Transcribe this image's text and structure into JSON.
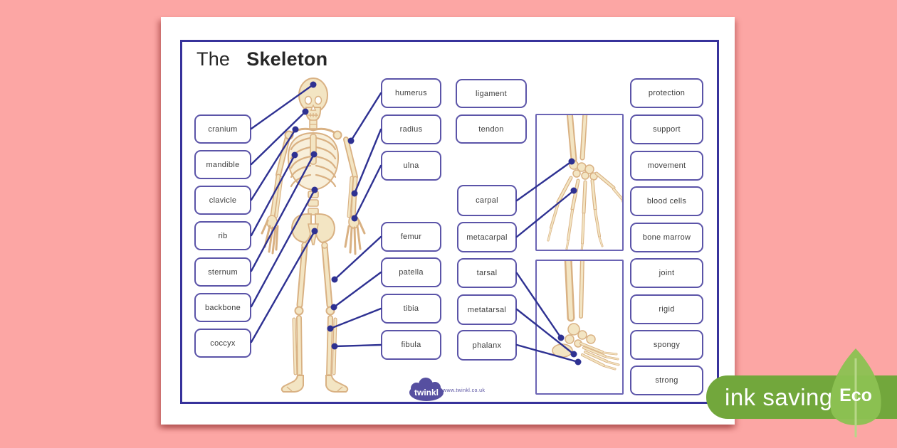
{
  "colors": {
    "background": "#fca6a4",
    "page": "#ffffff",
    "frame_border": "#37329b",
    "box_border": "#5b54a8",
    "connector": "#2e3192",
    "bone_fill": "#f3e5c3",
    "bone_outline": "#d9b183",
    "banner_green": "#72a73c",
    "leaf_green": "#8cc152",
    "title_text": "#262626",
    "label_text": "#3d3d3d",
    "logo_purple": "#564fa0"
  },
  "title": {
    "prefix": "The",
    "emphasis": "Skeleton"
  },
  "labels": {
    "skeleton_parts": [
      "cranium",
      "mandible",
      "clavicle",
      "rib",
      "sternum",
      "backbone",
      "coccyx"
    ],
    "limb_bones": [
      "humerus",
      "radius",
      "ulna",
      "femur",
      "patella",
      "tibia",
      "fibula"
    ],
    "joints_and_extremities": [
      "ligament",
      "tendon",
      "carpal",
      "metacarpal",
      "tarsal",
      "metatarsal",
      "phalanx"
    ],
    "functions": [
      "protection",
      "support",
      "movement",
      "blood cells",
      "bone marrow",
      "joint",
      "rigid",
      "spongy",
      "strong"
    ]
  },
  "footer": {
    "logo": "twinkl",
    "website": "www.twinkl.co.uk"
  },
  "eco_badge": {
    "label": "ink saving",
    "leaf_text": "Eco"
  }
}
